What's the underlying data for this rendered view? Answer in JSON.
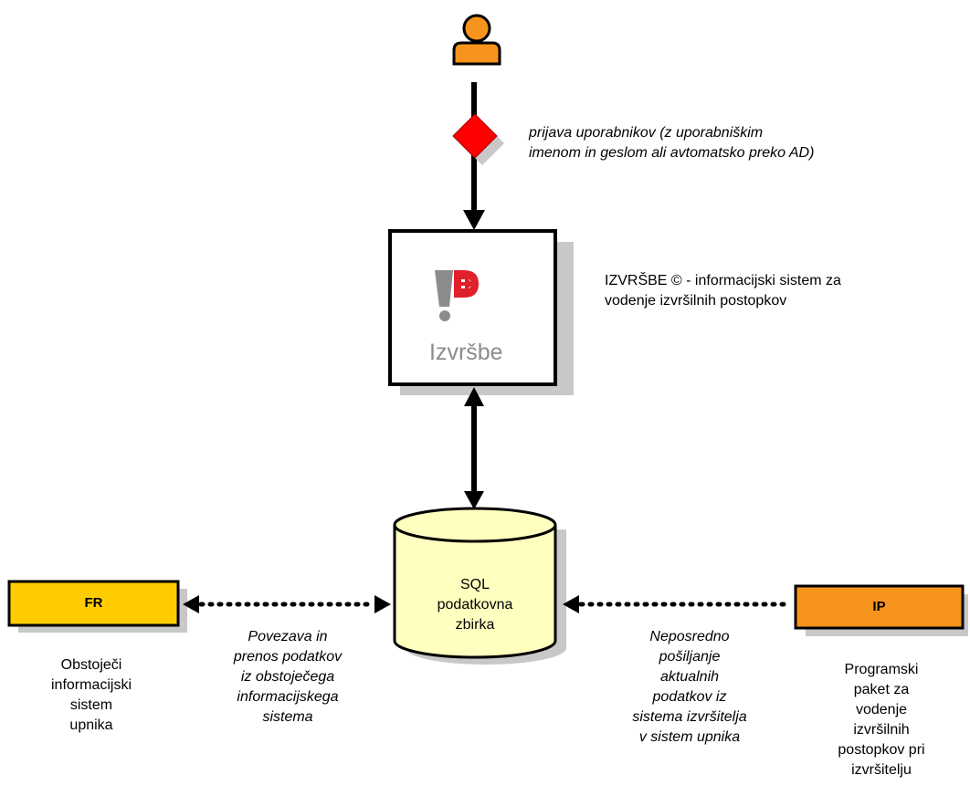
{
  "user": {
    "icon": "user-icon"
  },
  "login": {
    "icon": "diamond-decision-icon",
    "lines": [
      "prijava uporabnikov (z uporabniškim",
      "imenom in geslom ali avtomatsko preko AD)"
    ]
  },
  "app": {
    "logo_text": "Izvršbe",
    "description_lines": [
      "IZVRŠBE © - informacijski sistem za",
      "vodenje izvršilnih postopkov"
    ]
  },
  "database": {
    "icon": "database-cylinder-icon",
    "label_lines": [
      "SQL",
      "podatkovna",
      "zbirka"
    ]
  },
  "fr": {
    "label": "FR",
    "description_lines": [
      "Obstoječi",
      "informacijski",
      "sistem",
      "upnika"
    ],
    "link_lines": [
      "Povezava in",
      "prenos podatkov",
      "iz obstoječega",
      "informacijskega",
      "sistema"
    ]
  },
  "ip": {
    "label": "IP",
    "description_lines": [
      "Programski",
      "paket za",
      "vodenje",
      "izvršilnih",
      "postopkov pri",
      "izvršitelju"
    ],
    "link_lines": [
      "Neposredno",
      "pošiljanje",
      "aktualnih",
      "podatkov iz",
      "sistema izvršitelja",
      "v sistem upnika"
    ]
  },
  "colors": {
    "person": "#f7941d",
    "diamond": "#ff0000",
    "fr_box": "#ffcc00",
    "ip_box": "#f7941d",
    "database": "#ffffc0",
    "shadow": "#c8c8c8",
    "logo_red": "#e0202a",
    "logo_gray": "#8c8c8c"
  }
}
